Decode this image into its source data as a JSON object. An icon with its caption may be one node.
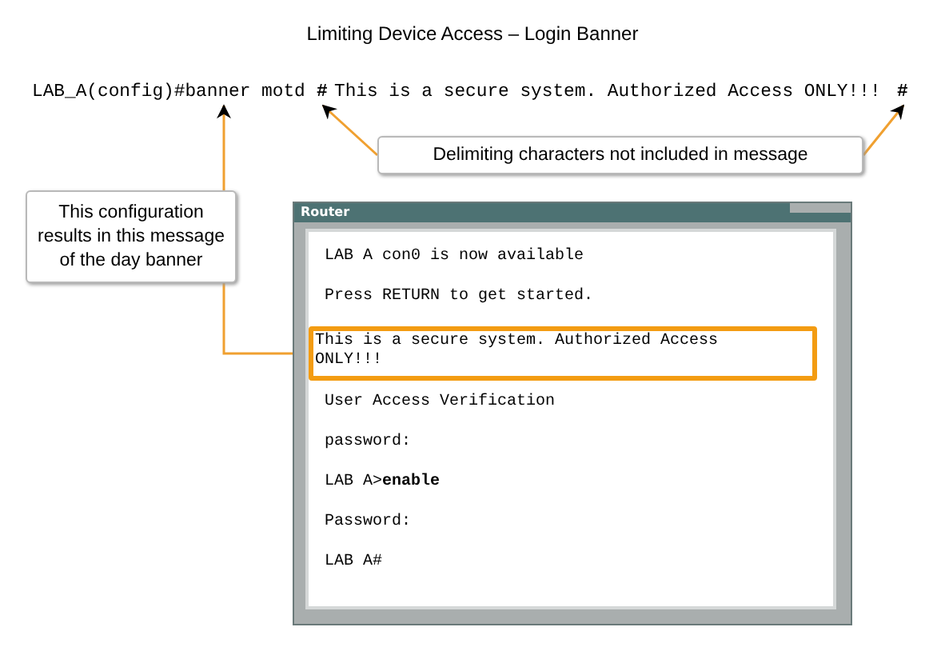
{
  "diagram": {
    "title": "Limiting Device Access – Login Banner",
    "nodes": [
      {
        "text": [
          "LAB_A(config)#banner motd"
        ]
      },
      {
        "text": [
          "#"
        ]
      },
      {
        "text": [
          "This is a secure system. Authorized Access ONLY!!!"
        ]
      },
      {
        "text": [
          "#"
        ]
      },
      {
        "text": [
          "Delimiting characters not included in message"
        ]
      },
      {
        "text": [
          "This configuration results in this message of the day banner"
        ]
      },
      {
        "text": [
          "Router"
        ]
      },
      {
        "text": [
          "This is a secure system. Authorized Access ONLY!!!"
        ],
        "in": 6
      }
    ],
    "edges": [
      {
        "from": 4,
        "to": 1,
        "arrow": "to"
      },
      {
        "from": 4,
        "to": 3,
        "arrow": "to"
      },
      {
        "from": 5,
        "to": 0,
        "arrow": "to"
      },
      {
        "from": 5,
        "to": 7,
        "arrow": "to"
      }
    ],
    "labels": [
      "LAB A con0 is now available",
      "Press RETURN to get started.",
      "User Access Verification",
      "password:",
      "LAB A>**enable**",
      "Password:",
      "LAB A#"
    ]
  }
}
